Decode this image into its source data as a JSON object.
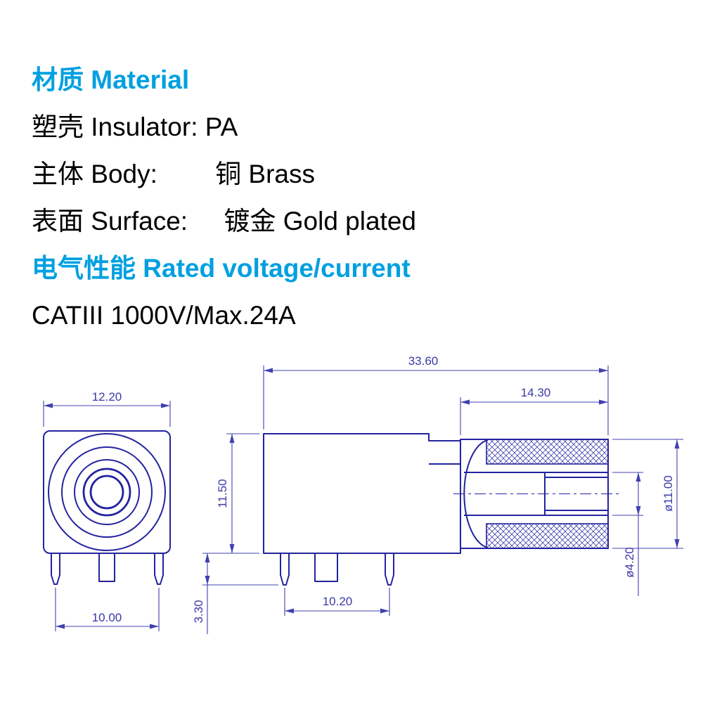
{
  "specs": {
    "material_heading": "材质 Material",
    "insulator_line": "塑壳 Insulator: PA",
    "body_line": "主体 Body:        铜 Brass",
    "surface_line": "表面 Surface:     镀金 Gold plated",
    "electrical_heading": "电气性能 Rated voltage/current",
    "rating_line": "CATIII 1000V/Max.24A"
  },
  "colors": {
    "heading_accent": "#00a0e0",
    "body_text": "#000000",
    "drawing_line": "#23239f",
    "dimension_line": "#4040b0"
  },
  "drawing": {
    "front_view": {
      "width": "12.20",
      "pin_spacing": "10.00"
    },
    "side_view": {
      "total_length": "33.60",
      "barrel_length": "14.30",
      "body_height": "11.50",
      "pin_length": "3.30",
      "pin_spacing": "10.20",
      "barrel_diameter": "ø11.00",
      "bore_diameter": "ø4.20"
    }
  }
}
